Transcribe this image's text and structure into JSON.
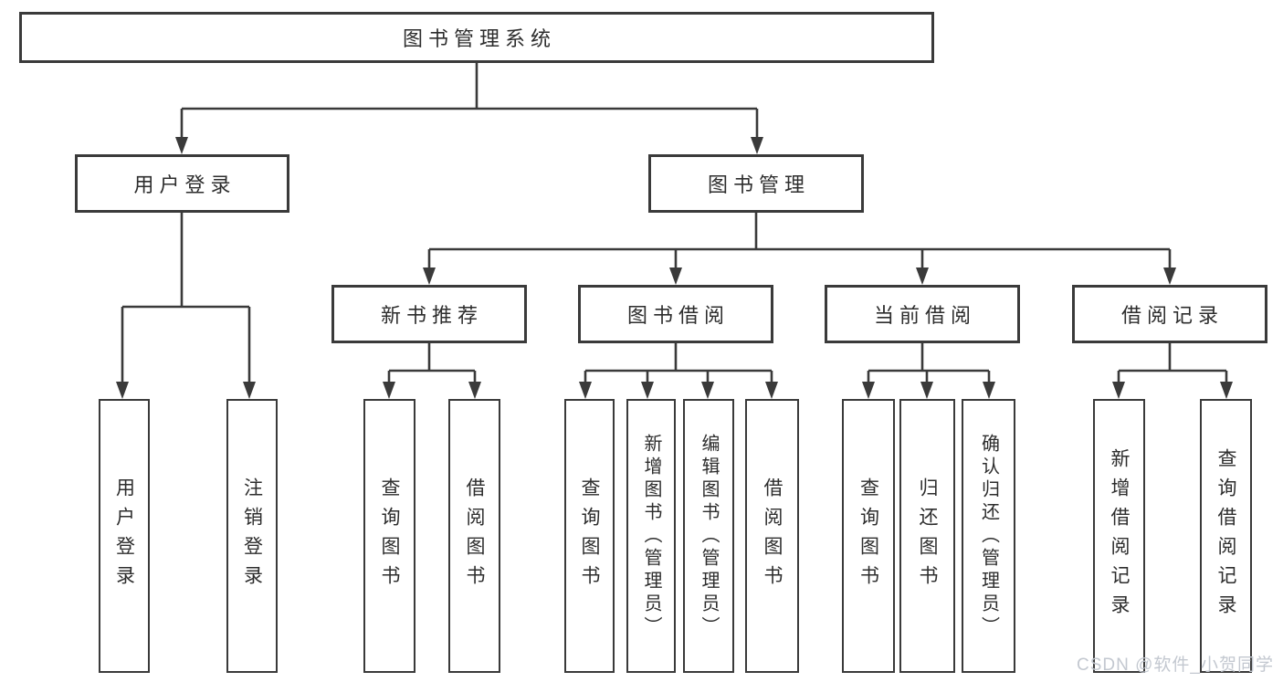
{
  "colors": {
    "line": "#3a3a3a",
    "text": "#2d2d2d",
    "watermark": "#c3c8d0",
    "bg": "#ffffff"
  },
  "diagram": {
    "root": {
      "label": "图书管理系统"
    },
    "branches": [
      {
        "label": "用户登录",
        "children": [
          {
            "label": "用户登录"
          },
          {
            "label": "注销登录"
          }
        ]
      },
      {
        "label": "图书管理",
        "children": [
          {
            "label": "新书推荐",
            "children": [
              {
                "label": "查询图书"
              },
              {
                "label": "借阅图书"
              }
            ]
          },
          {
            "label": "图书借阅",
            "children": [
              {
                "label": "查询图书"
              },
              {
                "label": "新增图书（管理员）"
              },
              {
                "label": "编辑图书（管理员）"
              },
              {
                "label": "借阅图书"
              }
            ]
          },
          {
            "label": "当前借阅",
            "children": [
              {
                "label": "查询图书"
              },
              {
                "label": "归还图书"
              },
              {
                "label": "确认归还（管理员）"
              }
            ]
          },
          {
            "label": "借阅记录",
            "children": [
              {
                "label": "新增借阅记录"
              },
              {
                "label": "查询借阅记录"
              }
            ]
          }
        ]
      }
    ]
  },
  "watermark": {
    "text": "CSDN @软件_小贺同学"
  }
}
